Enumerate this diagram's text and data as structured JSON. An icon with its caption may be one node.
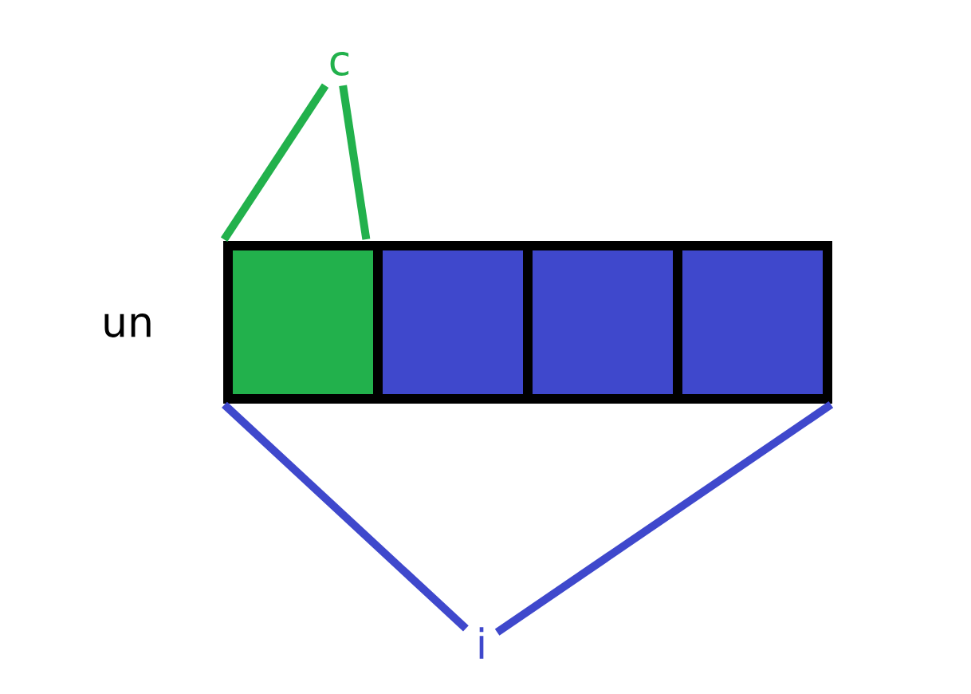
{
  "diagram": {
    "nodes": [
      {
        "text": [
          "c"
        ]
      },
      {
        "text": [],
        "shape": "box"
      },
      {
        "text": [],
        "shape": "box"
      },
      {
        "text": [],
        "shape": "box"
      },
      {
        "text": [],
        "shape": "box"
      },
      {
        "text": [
          "i"
        ]
      }
    ],
    "edges": [
      {
        "from": 0,
        "to": 1,
        "arrow": "none",
        "color": "#22b14c"
      },
      {
        "from": 0,
        "to": 1,
        "arrow": "none",
        "color": "#22b14c"
      },
      {
        "from": 5,
        "to": 1,
        "arrow": "none",
        "color": "#3f48cc"
      },
      {
        "from": 5,
        "to": 4,
        "arrow": "none",
        "color": "#3f48cc"
      }
    ],
    "labels": [
      "un"
    ]
  }
}
